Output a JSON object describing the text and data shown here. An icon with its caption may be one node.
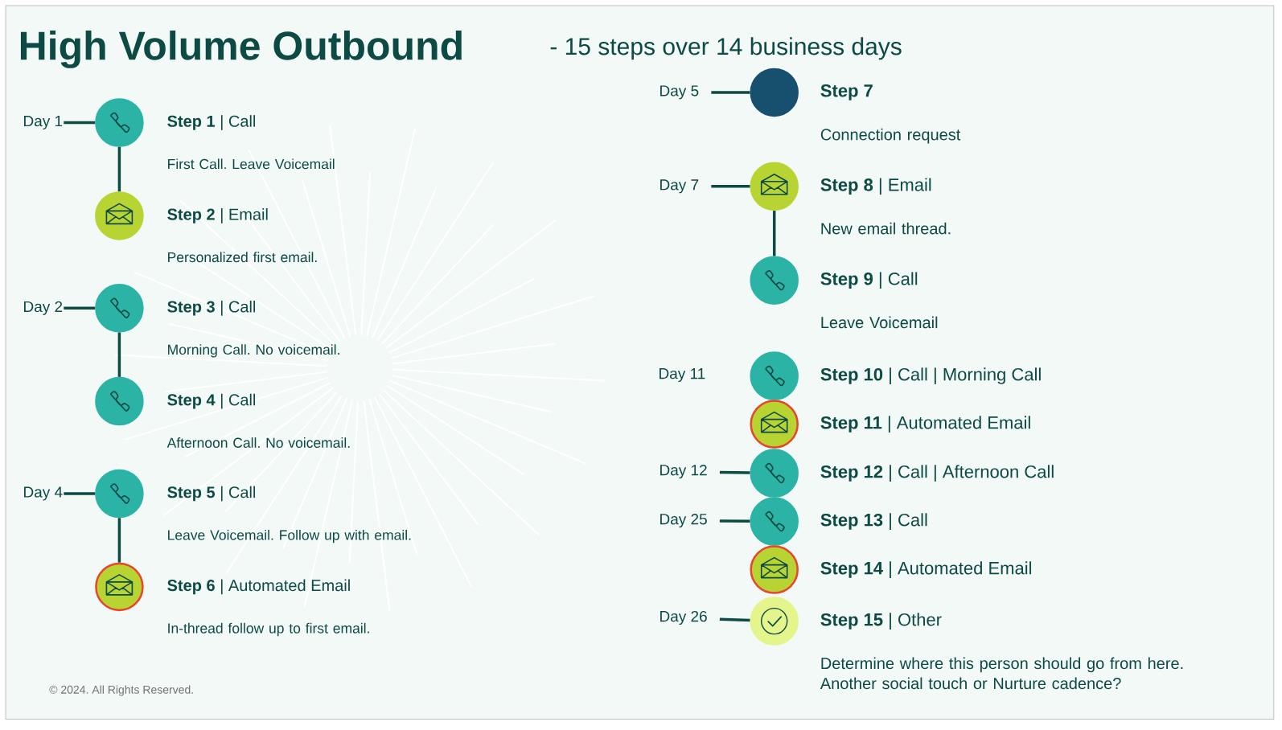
{
  "diagram": {
    "title": "High Volume Outbound",
    "nodes": [
      {
        "text": [
          "Day 1"
        ]
      },
      {
        "text": [],
        "shape": "circle",
        "beside": [
          "**Step 1** | Call",
          "First Call. Leave Voicemail"
        ]
      },
      {
        "text": [],
        "shape": "circle",
        "beside": [
          "**Step 2** | Email",
          "Personalized first email."
        ]
      },
      {
        "text": [
          "Day 2"
        ]
      },
      {
        "text": [],
        "shape": "circle",
        "beside": [
          "**Step 3** | Call",
          "Morning Call. No voicemail."
        ]
      },
      {
        "text": [],
        "shape": "circle",
        "beside": [
          "**Step 4** | Call",
          "Afternoon Call. No voicemail."
        ]
      },
      {
        "text": [
          "Day 4"
        ]
      },
      {
        "text": [],
        "shape": "circle",
        "beside": [
          "**Step 5** | Call",
          "Leave Voicemail. Follow up with email."
        ]
      },
      {
        "text": [],
        "shape": "circle",
        "beside": [
          "**Step 6** | Automated Email",
          "In-thread follow up to first email."
        ]
      },
      {
        "text": [
          "Day 5"
        ]
      },
      {
        "text": [],
        "shape": "circle",
        "beside": [
          "**Step 7**",
          "Connection request"
        ]
      },
      {
        "text": [
          "Day 7"
        ]
      },
      {
        "text": [],
        "shape": "circle",
        "beside": [
          "**Step 8** | Email",
          "New email thread."
        ]
      },
      {
        "text": [],
        "shape": "circle",
        "beside": [
          "**Step 9** | Call",
          "Leave Voicemail"
        ]
      },
      {
        "text": [],
        "shape": "circle",
        "beside": [
          "**Step 10** | Call | Morning Call"
        ]
      },
      {
        "text": [],
        "shape": "circle",
        "beside": [
          "**Step 11** | Automated Email"
        ]
      },
      {
        "text": [
          "Day 12"
        ]
      },
      {
        "text": [],
        "shape": "circle",
        "beside": [
          "**Step 12** | Call | Afternoon Call"
        ]
      },
      {
        "text": [
          "Day 25"
        ]
      },
      {
        "text": [],
        "shape": "circle",
        "beside": [
          "**Step 13** | Call"
        ]
      },
      {
        "text": [],
        "shape": "circle",
        "beside": [
          "**Step 14** | Automated Email"
        ]
      },
      {
        "text": [
          "Day 26"
        ]
      },
      {
        "text": [],
        "shape": "circle",
        "beside": [
          "**Step 15** | Other",
          "Determine where this person should go from here. Another social touch or Nurture cadence?"
        ]
      }
    ],
    "edges": [
      {
        "from": 0,
        "to": 1,
        "arrow": "none"
      },
      {
        "from": 1,
        "to": 2,
        "arrow": "none"
      },
      {
        "from": 3,
        "to": 4,
        "arrow": "none"
      },
      {
        "from": 4,
        "to": 5,
        "arrow": "none"
      },
      {
        "from": 6,
        "to": 7,
        "arrow": "none"
      },
      {
        "from": 7,
        "to": 8,
        "arrow": "none"
      },
      {
        "from": 9,
        "to": 10,
        "arrow": "none"
      },
      {
        "from": 11,
        "to": 12,
        "arrow": "none"
      },
      {
        "from": 12,
        "to": 13,
        "arrow": "none"
      },
      {
        "from": 16,
        "to": 17,
        "arrow": "none"
      },
      {
        "from": 18,
        "to": 19,
        "arrow": "none"
      },
      {
        "from": 21,
        "to": 22,
        "arrow": "none"
      }
    ],
    "labels": [
      "- 15 steps over 14 business days",
      "Day 11",
      "© 2024. All Rights Reserved."
    ]
  }
}
